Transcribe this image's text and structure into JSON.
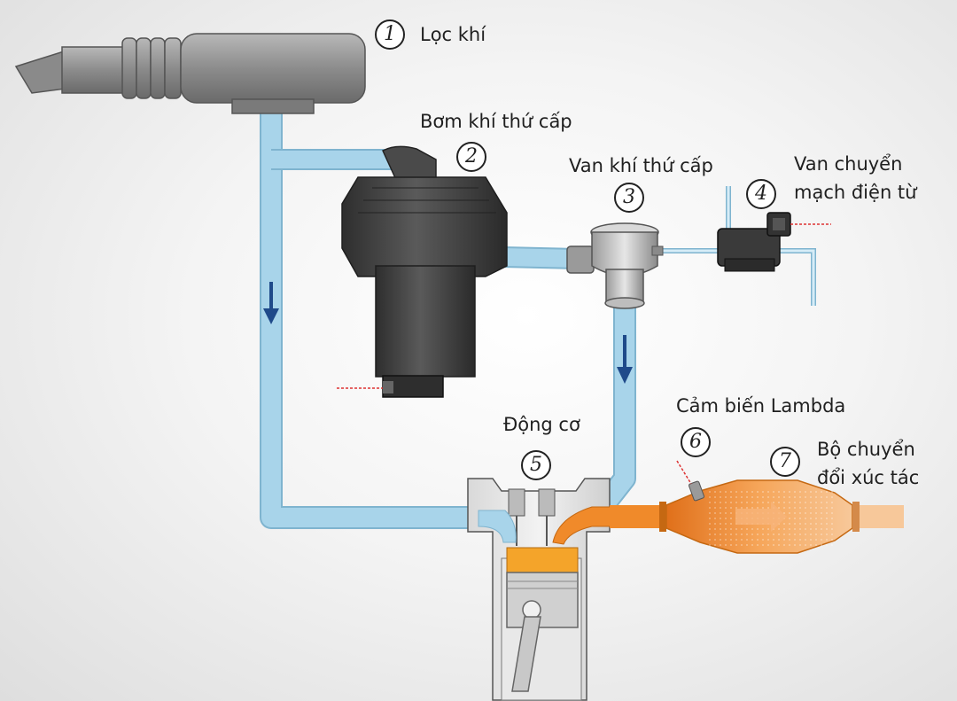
{
  "components": [
    {
      "number": "1",
      "label": "Lọc khí"
    },
    {
      "number": "2",
      "label": "Bơm khí thứ cấp"
    },
    {
      "number": "3",
      "label": "Van khí thứ cấp"
    },
    {
      "number": "4",
      "label_line1": "Van chuyển",
      "label_line2": "mạch điện từ"
    },
    {
      "number": "5",
      "label": "Động cơ"
    },
    {
      "number": "6",
      "label": "Cảm biến Lambda"
    },
    {
      "number": "7",
      "label_line1": "Bộ chuyển",
      "label_line2": "đổi xúc tác"
    }
  ],
  "colors": {
    "air_pipe": "#a8d4ea",
    "air_pipe_edge": "#7fb4cf",
    "flow_arrow": "#1f4a8a",
    "exhaust": "#f08a2a",
    "component_gray": "#8a8a8a",
    "pump_dark": "#3c3c3c",
    "signal_wire": "#d33"
  }
}
